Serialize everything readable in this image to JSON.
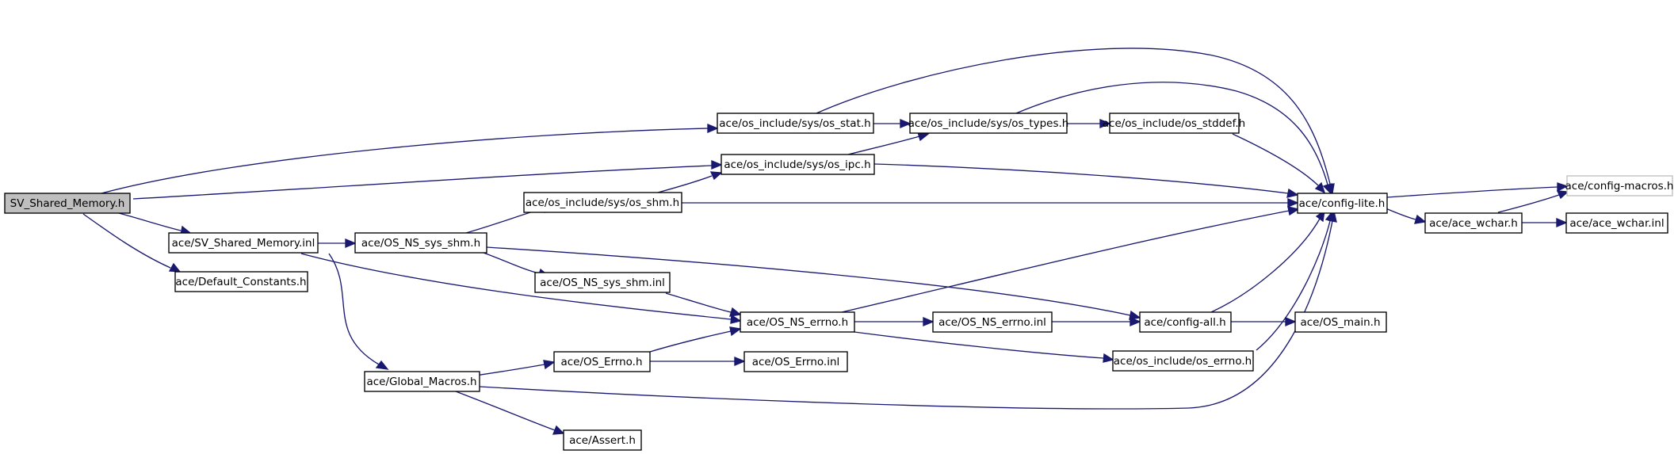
{
  "graph": {
    "nodes": {
      "sv_h": "SV_Shared_Memory.h",
      "sv_inl": "ace/SV_Shared_Memory.inl",
      "default_const": "ace/Default_Constants.h",
      "os_stat": "ace/os_include/sys/os_stat.h",
      "os_ipc": "ace/os_include/sys/os_ipc.h",
      "os_types": "ace/os_include/sys/os_types.h",
      "os_stddef": "ace/os_include/os_stddef.h",
      "os_shm": "ace/os_include/sys/os_shm.h",
      "os_ns_sys_shm": "ace/OS_NS_sys_shm.h",
      "os_ns_sys_shm_inl": "ace/OS_NS_sys_shm.inl",
      "os_ns_errno": "ace/OS_NS_errno.h",
      "os_ns_errno_inl": "ace/OS_NS_errno.inl",
      "config_all": "ace/config-all.h",
      "os_main": "ace/OS_main.h",
      "os_errno": "ace/os_include/os_errno.h",
      "config_lite": "ace/config-lite.h",
      "config_macros": "ace/config-macros.h",
      "ace_wchar": "ace/ace_wchar.h",
      "ace_wchar_inl": "ace/ace_wchar.inl",
      "global_macros": "ace/Global_Macros.h",
      "ace_errno": "ace/OS_Errno.h",
      "ace_errno_inl": "ace/OS_Errno.inl",
      "assert": "ace/Assert.h"
    },
    "colors": {
      "root_fill": "#bfbfbf",
      "node_fill": "#ffffff",
      "faded_border": "#bfbfbf",
      "edge": "#191970"
    }
  }
}
